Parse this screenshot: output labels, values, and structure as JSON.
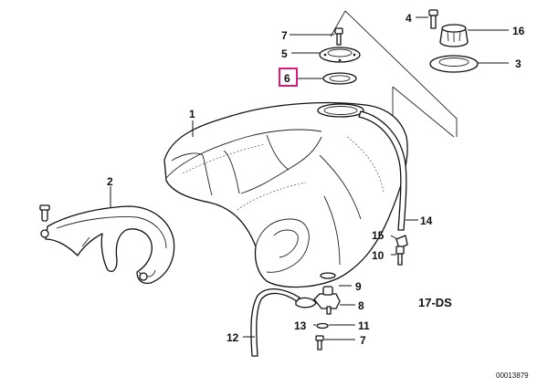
{
  "diagram": {
    "callouts": {
      "c7_top": "7",
      "c5": "5",
      "c6": "6",
      "c4": "4",
      "c16": "16",
      "c3": "3",
      "c1": "1",
      "c2": "2",
      "c14": "14",
      "c15": "15",
      "c10": "10",
      "c9": "9",
      "c8": "8",
      "c13": "13",
      "c11": "11",
      "c7_bottom": "7",
      "c12": "12"
    },
    "highlighted_callout": "6",
    "highlight_color": "#e0177d",
    "section_code": "17-DS",
    "reference_number": "00013879"
  }
}
